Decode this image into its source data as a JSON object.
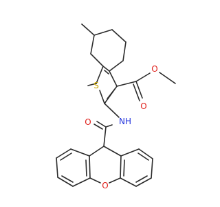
{
  "structure": {
    "atom_labels": {
      "ester_carbonyl_o": "O",
      "ester_o": "O",
      "thiophene_s": "S",
      "amide_n": "NH",
      "amide_carbonyl_o": "O",
      "xanthene_o": "O"
    }
  },
  "colors": {
    "bond": "#2b2b2b",
    "oxygen": "#e0201b",
    "sulfur": "#c8a400",
    "nitrogen": "#2233dd"
  }
}
